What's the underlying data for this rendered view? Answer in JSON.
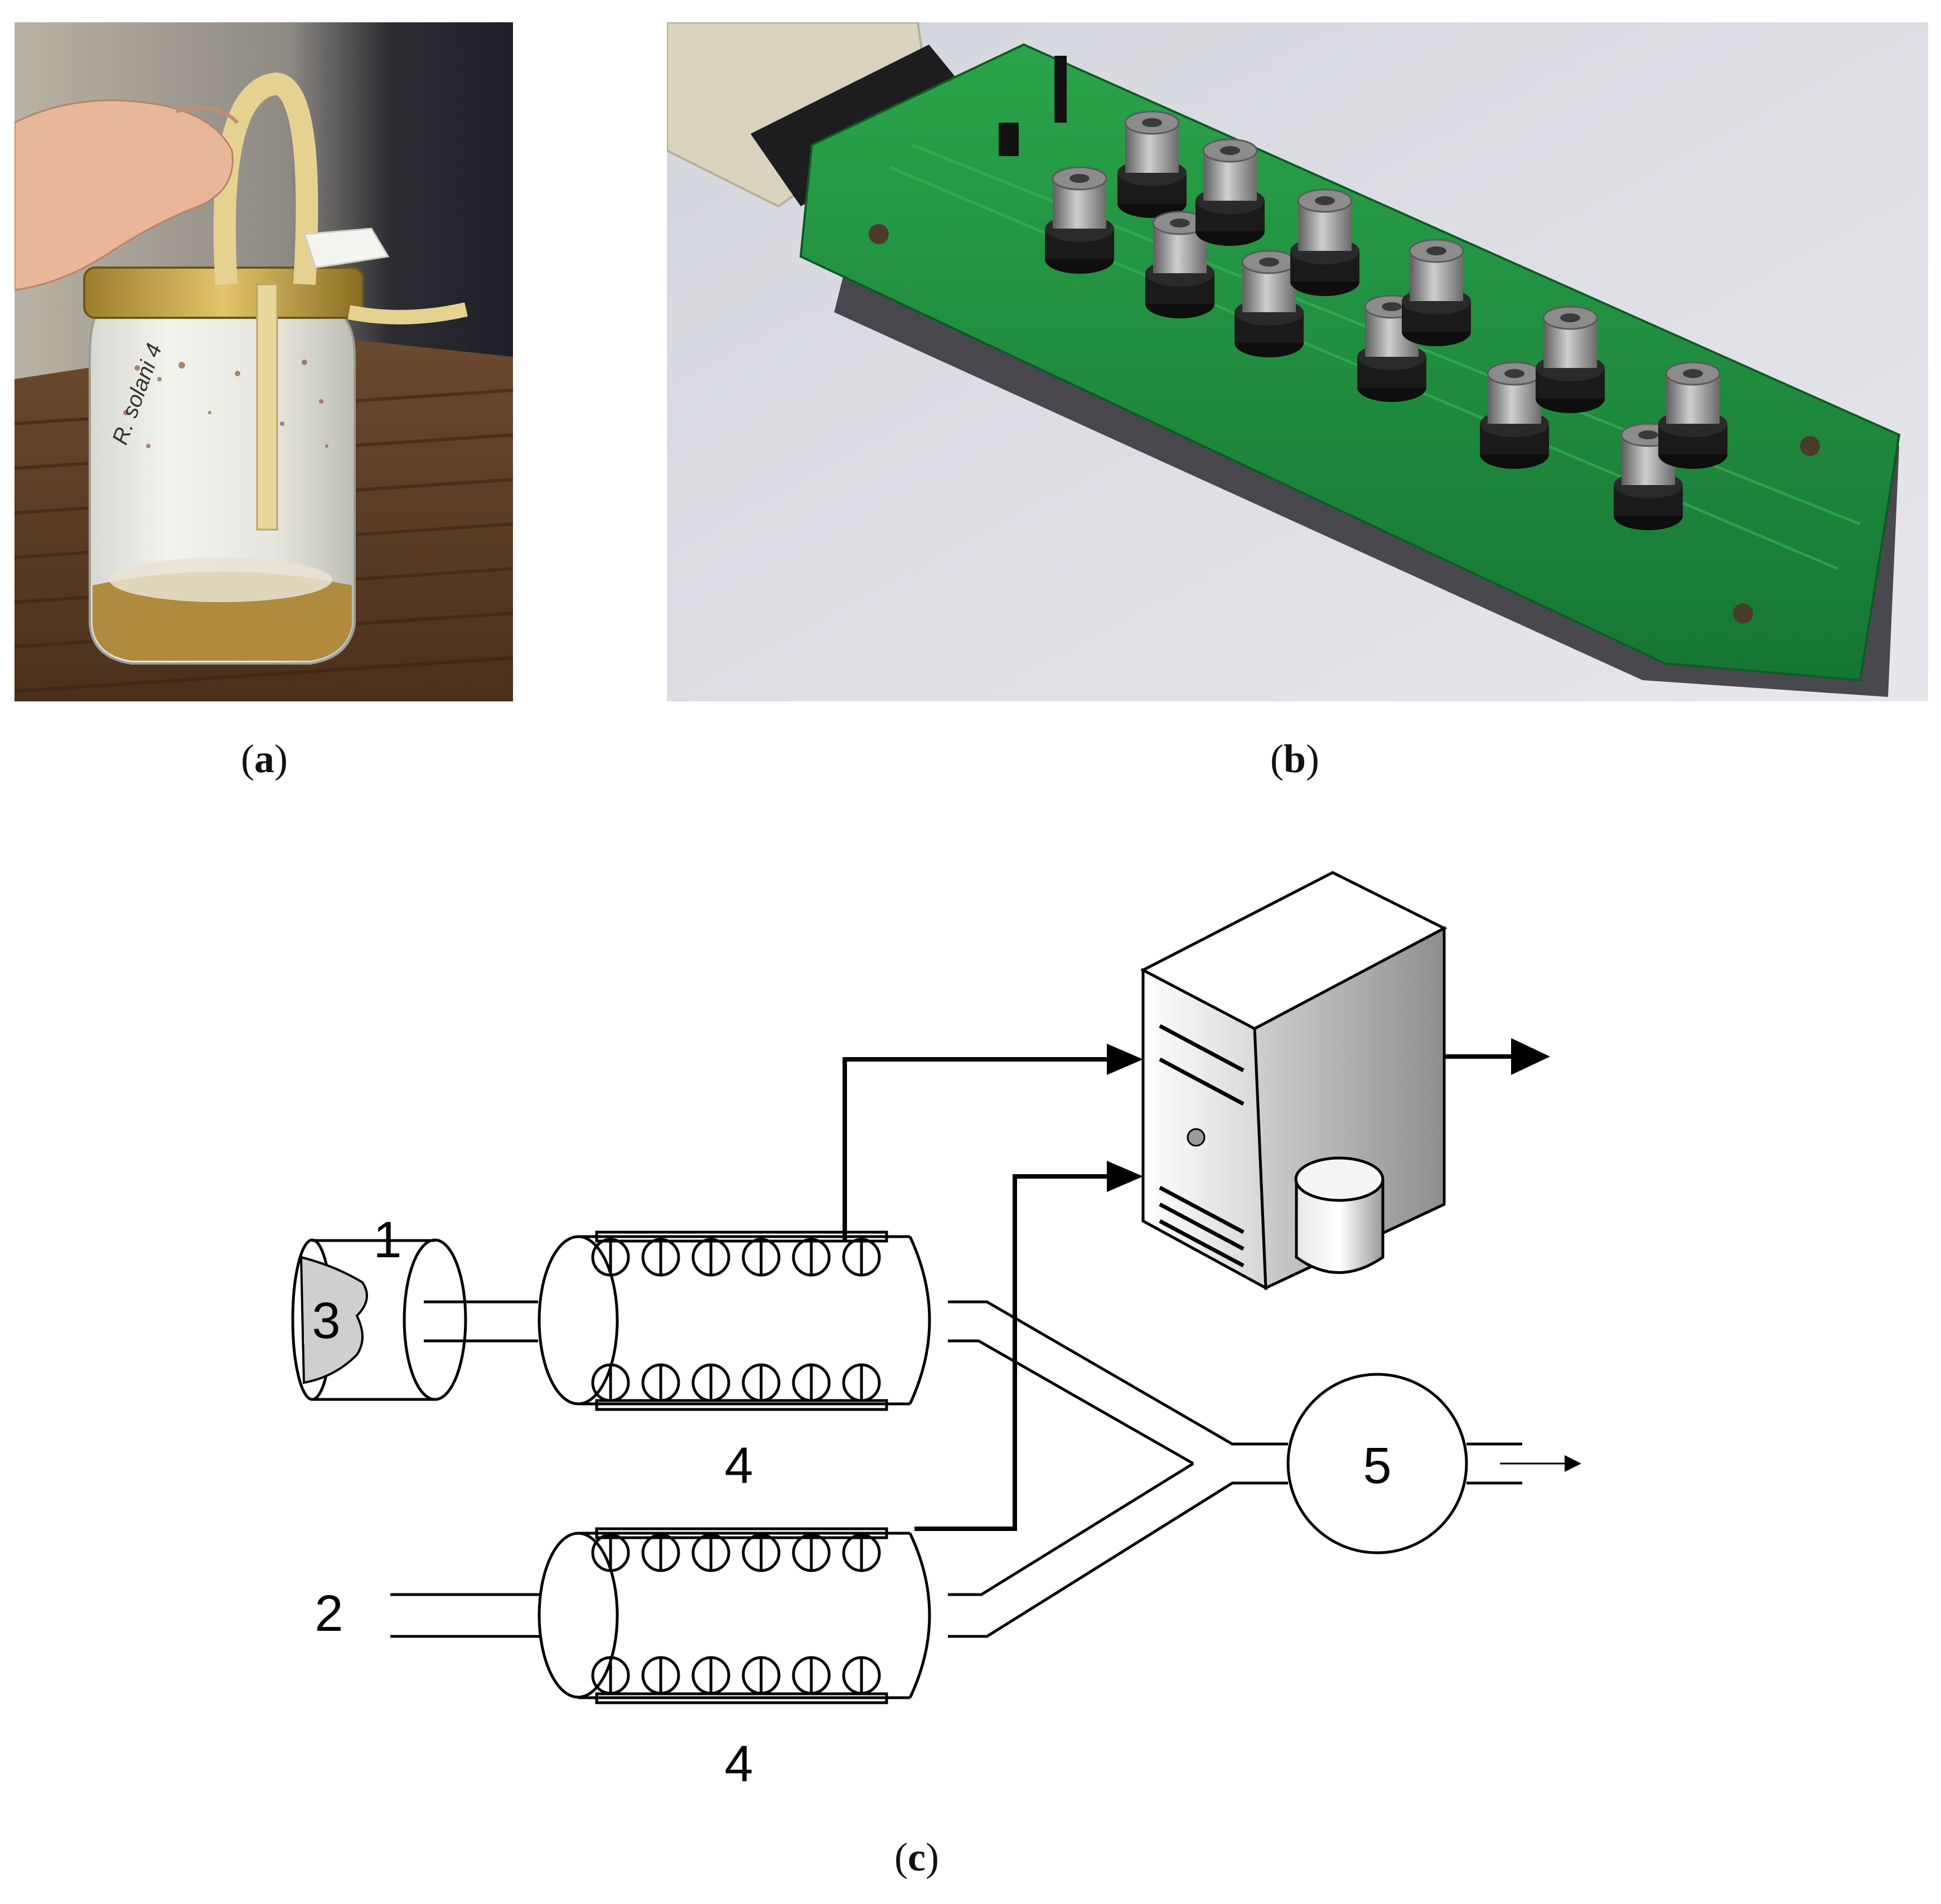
{
  "figure": {
    "captions": {
      "a": {
        "open": "(",
        "letter": "a",
        "close": ")"
      },
      "b": {
        "open": "(",
        "letter": "b",
        "close": ")"
      },
      "c": {
        "open": "(",
        "letter": "c",
        "close": ")"
      }
    },
    "panel_a": {
      "jar_label_line1": "R. solani 4"
    },
    "panel_c": {
      "labels": {
        "source_chamber": "1",
        "reference_inlet": "2",
        "sample": "3",
        "sensor_array_top": "4",
        "sensor_array_bottom": "4",
        "pump": "5"
      }
    }
  },
  "colors": {
    "pcb_green": "#1f8a3c",
    "sensor_metal": "#9a9a9a",
    "sensor_base": "#1a1a1a",
    "line": "#000000"
  },
  "icons": [
    "computer-server-icon",
    "database-cylinder-icon",
    "arrow-icon"
  ]
}
